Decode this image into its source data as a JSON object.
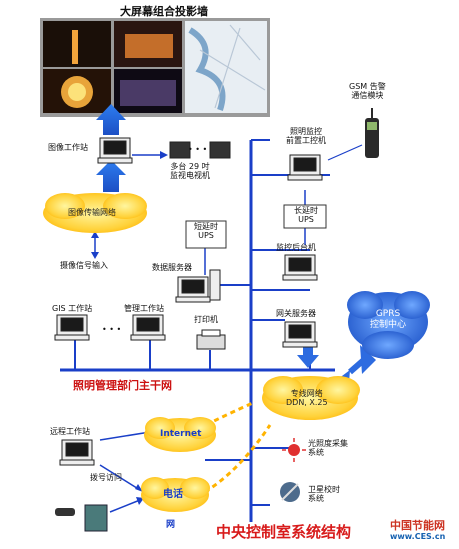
{
  "title": "大屏幕组合投影墙",
  "bus_label": "照明管理部门主干网",
  "footer_title": "中央控制室系统结构",
  "watermark": {
    "text1": "中国节能网",
    "text2": "www.CES.cn"
  },
  "nodes": {
    "image_workstation": "图像工作站",
    "monitors": "多台 29 吋\n监视电视机",
    "image_net": "图像传输网络",
    "camera_input": "摄像信号输入",
    "short_ups": "短延时\nUPS",
    "data_server": "数据服务器",
    "gis_ws": "GIS 工作站",
    "mgmt_ws": "管理工作站",
    "printer": "打印机",
    "gsm": "GSM 告警\n通信模块",
    "frontend": "照明监控\n前置工控机",
    "long_ups": "长延时\nUPS",
    "backend": "监控后台机",
    "gateway": "网关服务器",
    "gprs": "GPRS\n控制中心",
    "ddn": "专线网络\nDDN, X.25",
    "remote_ws": "远程工作站",
    "dialup": "拨号访问",
    "internet": "Internet",
    "phone": "电话",
    "phone_net": "网",
    "lux": "光照度采集\n系统",
    "sat": "卫星校时\n系统",
    "dots": "• • •"
  }
}
